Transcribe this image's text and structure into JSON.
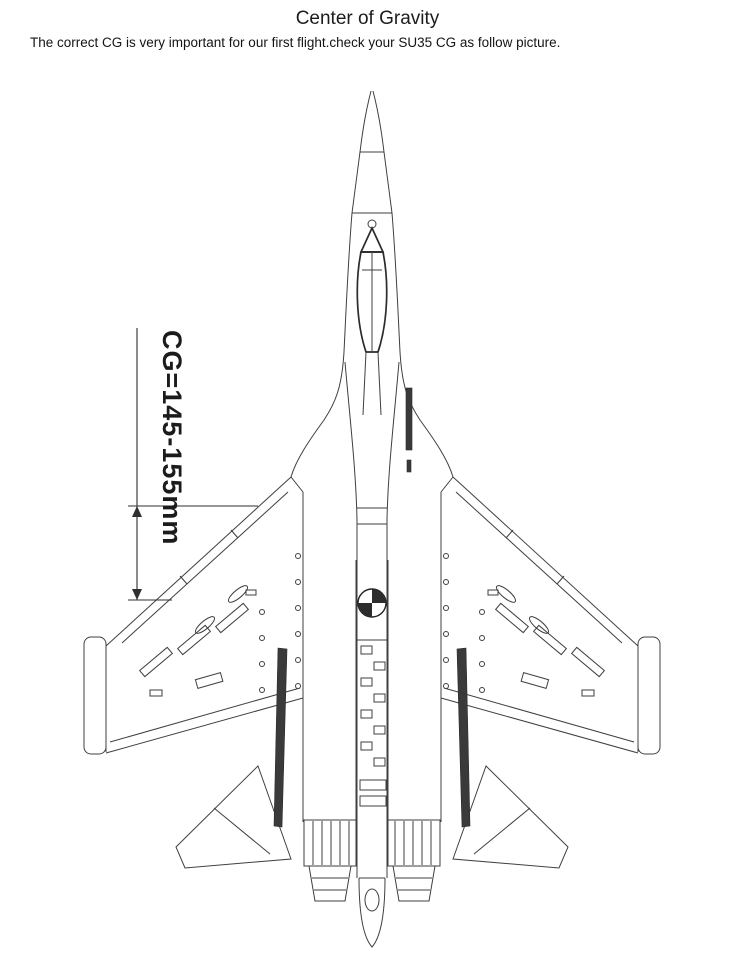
{
  "page": {
    "title": "Center of Gravity",
    "subtitle": "The correct CG is very important for our first flight.check your SU35 CG as follow picture."
  },
  "diagram": {
    "cg_label": "CG=145-155mm",
    "ink_color": "#3f3f3f"
  }
}
